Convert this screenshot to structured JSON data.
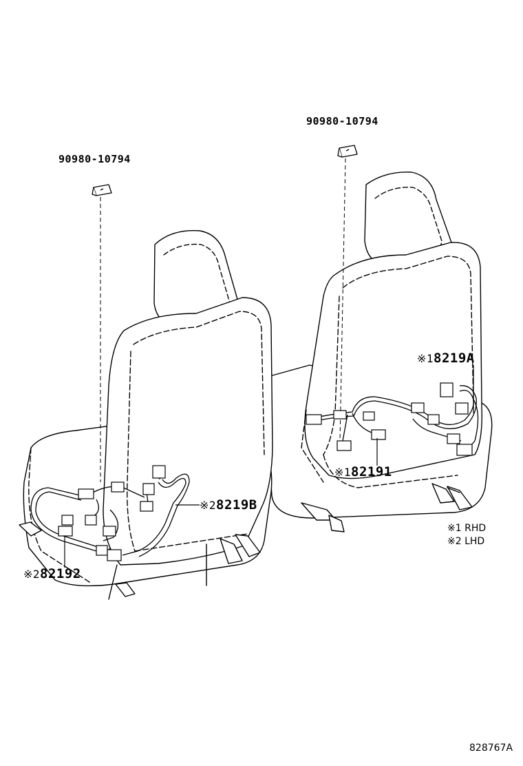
{
  "labels": {
    "clip_left": "90980-10794",
    "clip_right": "90980-10794",
    "part_82219A": {
      "mark": "※1",
      "number": "8219A"
    },
    "part_82191": {
      "mark": "※1",
      "number": "82191"
    },
    "part_82219B": {
      "mark": "※2",
      "number": "8219B"
    },
    "part_82192": {
      "mark": "※2",
      "number": "82192"
    }
  },
  "legend": [
    {
      "mark": "※1",
      "text": "RHD"
    },
    {
      "mark": "※2",
      "text": "LHD"
    }
  ],
  "diagram_code": "828767A"
}
